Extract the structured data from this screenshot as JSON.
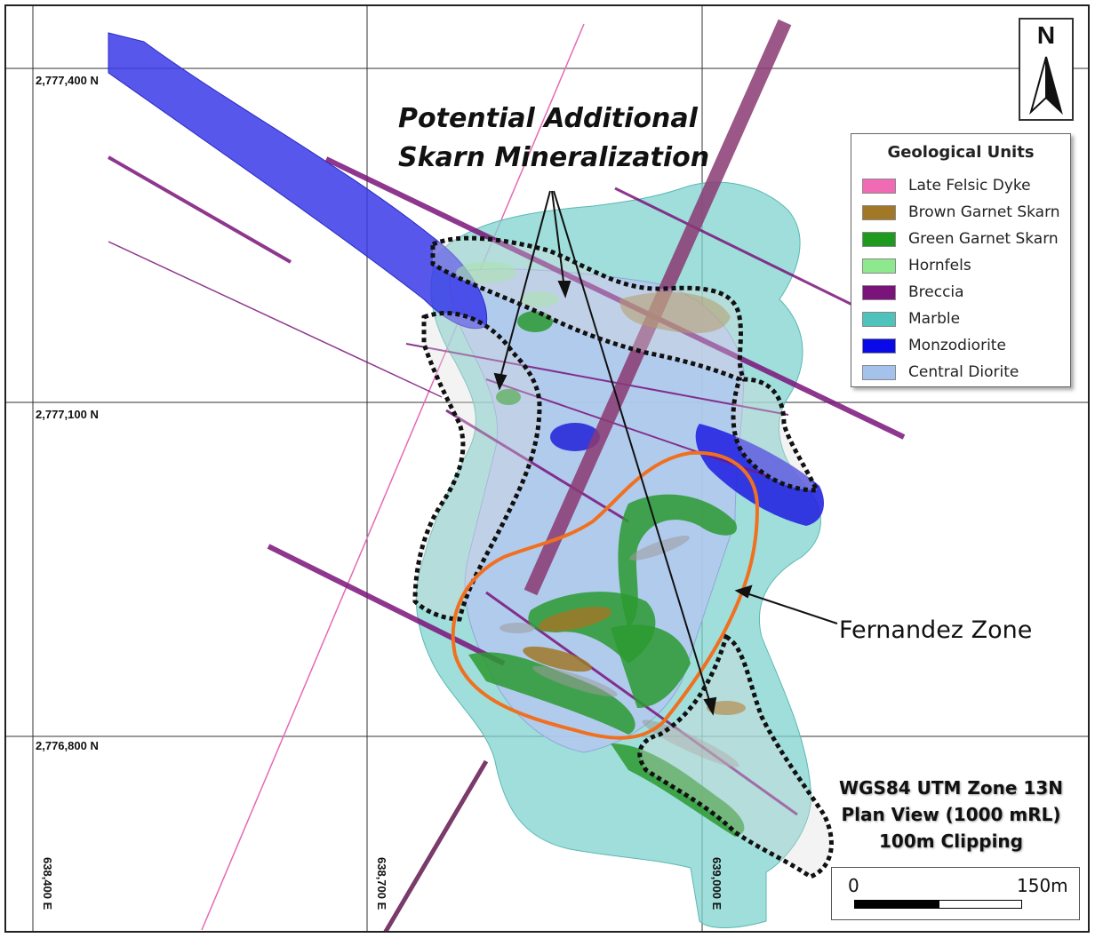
{
  "grid": {
    "northings": [
      "2,777,400 N",
      "2,777,100 N",
      "2,776,800 N"
    ],
    "eastings": [
      "638,400 E",
      "638,700 E",
      "639,000 E"
    ]
  },
  "north_arrow": {
    "letter": "N"
  },
  "legend": {
    "title": "Geological Units",
    "items": [
      {
        "label": "Late Felsic Dyke",
        "color": "#f06ab4"
      },
      {
        "label": "Brown Garnet Skarn",
        "color": "#a07828"
      },
      {
        "label": "Green Garnet Skarn",
        "color": "#1f9a1f"
      },
      {
        "label": "Hornfels",
        "color": "#8ee88e"
      },
      {
        "label": "Breccia",
        "color": "#7a147a"
      },
      {
        "label": "Marble",
        "color": "#4fc2bc"
      },
      {
        "label": "Monzodiorite",
        "color": "#0a0ae8"
      },
      {
        "label": "Central Diorite",
        "color": "#a4c2ec"
      }
    ]
  },
  "annotations": {
    "potential_line1": "Potential Additional",
    "potential_line2": "Skarn Mineralization",
    "fernandez": "Fernandez Zone"
  },
  "info": {
    "line1": "WGS84 UTM Zone 13N",
    "line2": "Plan View (1000 mRL)",
    "line3": "100m Clipping"
  },
  "scale": {
    "start": "0",
    "end": "150m"
  },
  "colors": {
    "outline_orange": "#f07020",
    "dotted_outline": "#111111"
  }
}
